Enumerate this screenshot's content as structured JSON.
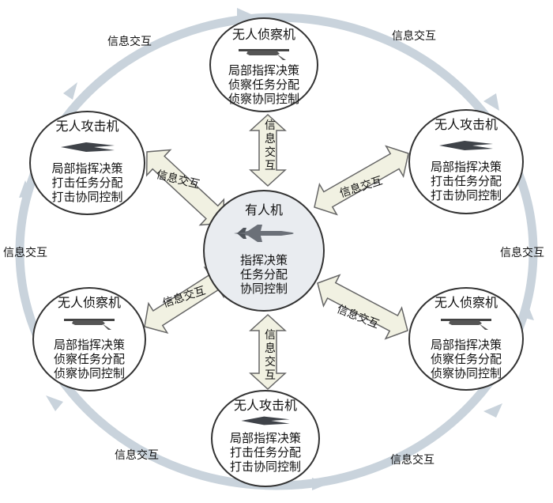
{
  "center_node": {
    "title": "有人机",
    "lines": [
      "指挥决策",
      "任务分配",
      "协同控制"
    ],
    "icon": "fighter-jet-icon"
  },
  "outer_nodes": [
    {
      "id": "top",
      "title": "无人侦察机",
      "lines": [
        "局部指挥决策",
        "侦察任务分配",
        "侦察协同控制"
      ],
      "icon": "recon-drone-icon"
    },
    {
      "id": "upper-left",
      "title": "无人攻击机",
      "lines": [
        "局部指挥决策",
        "打击任务分配",
        "打击协同控制"
      ],
      "icon": "attack-drone-icon"
    },
    {
      "id": "upper-right",
      "title": "无人攻击机",
      "lines": [
        "局部指挥决策",
        "打击任务分配",
        "打击协同控制"
      ],
      "icon": "attack-drone-icon"
    },
    {
      "id": "lower-left",
      "title": "无人侦察机",
      "lines": [
        "局部指挥决策",
        "侦察任务分配",
        "侦察协同控制"
      ],
      "icon": "recon-drone-icon"
    },
    {
      "id": "lower-right",
      "title": "无人侦察机",
      "lines": [
        "局部指挥决策",
        "侦察任务分配",
        "侦察协同控制"
      ],
      "icon": "recon-drone-icon"
    },
    {
      "id": "bottom",
      "title": "无人攻击机",
      "lines": [
        "局部指挥决策",
        "打击任务分配",
        "打击协同控制"
      ],
      "icon": "attack-drone-icon"
    }
  ],
  "link_label": "信息交互",
  "ring_labels": [
    "信息交互",
    "信息交互",
    "信息交互",
    "信息交互",
    "信息交互",
    "信息交互"
  ],
  "spoke_labels": [
    "信息交互",
    "信息交互",
    "信息交互",
    "信息交互",
    "信息交互",
    "信息交互"
  ],
  "colors": {
    "ring": "#c9d3dc",
    "node_border": "#333333",
    "center_fill": "#e9ecf0",
    "arrow_fill": "#f1f1e2",
    "arrow_stroke": "#666666"
  }
}
